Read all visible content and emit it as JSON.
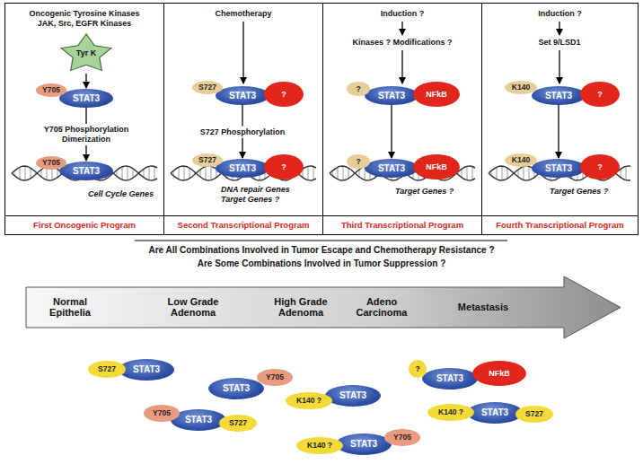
{
  "diagram": {
    "nodes": [
      {
        "text": [
          "Oncogenic Tyrosine Kinases JAK, Src, EGFR Kinases",
          "First Oncogenic Program"
        ]
      },
      {
        "text": [
          "Tyr K"
        ],
        "in": 0
      },
      {
        "text": [
          "Y705"
        ],
        "in": 0
      },
      {
        "text": [
          "STAT3"
        ],
        "in": 0
      },
      {
        "text": [
          "Y705"
        ],
        "in": 0
      },
      {
        "text": [
          "STAT3"
        ],
        "in": 0
      },
      {
        "text": [
          "Chemotherapy",
          "Second Transcriptional Program"
        ]
      },
      {
        "text": [
          "S727"
        ],
        "in": 6
      },
      {
        "text": [
          "STAT3"
        ],
        "in": 6
      },
      {
        "text": [
          "?"
        ],
        "in": 6
      },
      {
        "text": [
          "S727"
        ],
        "in": 6
      },
      {
        "text": [
          "STAT3"
        ],
        "in": 6
      },
      {
        "text": [
          "?"
        ],
        "in": 6
      },
      {
        "text": [
          "Induction ?",
          "Third Transcriptional Program"
        ]
      },
      {
        "text": [
          "?"
        ],
        "in": 13
      },
      {
        "text": [
          "STAT3"
        ],
        "in": 13
      },
      {
        "text": [
          "NFkB"
        ],
        "in": 13
      },
      {
        "text": [
          "?"
        ],
        "in": 13
      },
      {
        "text": [
          "STAT3"
        ],
        "in": 13
      },
      {
        "text": [
          "NFkB"
        ],
        "in": 13
      },
      {
        "text": [
          "Induction ?",
          "Fourth Transcriptional Program"
        ]
      },
      {
        "text": [
          "K140"
        ],
        "in": 20
      },
      {
        "text": [
          "STAT3"
        ],
        "in": 20
      },
      {
        "text": [
          "?"
        ],
        "in": 20
      },
      {
        "text": [
          "K140"
        ],
        "in": 20
      },
      {
        "text": [
          "STAT3"
        ],
        "in": 20
      },
      {
        "text": [
          "?"
        ],
        "in": 20
      },
      {
        "text": [
          "Normal Epithelia",
          "Low Grade Adenoma",
          "High Grade Adenoma",
          "Adeno Carcinoma",
          "Metastasis"
        ]
      },
      {
        "text": [
          "S727"
        ]
      },
      {
        "text": [
          "STAT3"
        ]
      },
      {
        "text": [
          "STAT3"
        ]
      },
      {
        "text": [
          "Y705"
        ]
      },
      {
        "text": [
          "Y705"
        ]
      },
      {
        "text": [
          "STAT3"
        ]
      },
      {
        "text": [
          "S727"
        ]
      },
      {
        "text": [
          "K140 ?"
        ]
      },
      {
        "text": [
          "STAT3"
        ]
      },
      {
        "text": [
          "K140 ?"
        ]
      },
      {
        "text": [
          "STAT3"
        ]
      },
      {
        "text": [
          "Y705"
        ]
      },
      {
        "text": [
          "?"
        ]
      },
      {
        "text": [
          "STAT3"
        ]
      },
      {
        "text": [
          "NFkB"
        ]
      },
      {
        "text": [
          "K140 ?"
        ]
      },
      {
        "text": [
          "STAT3"
        ]
      },
      {
        "text": [
          "S727"
        ]
      }
    ],
    "edges": [
      {
        "from": 1,
        "to": 3,
        "arrow": "to"
      },
      {
        "from": 3,
        "to": 5,
        "label": "Y705 Phosphorylation Dimerization",
        "arrow": "to"
      },
      {
        "from": 8,
        "to": 11,
        "label": "S727 Phosphorylation",
        "arrow": "to"
      },
      {
        "from": 15,
        "to": 18,
        "arrow": "to"
      },
      {
        "from": 22,
        "to": 25,
        "arrow": "to"
      }
    ],
    "labels": [
      "Cell Cycle Genes",
      "DNA repair Genes Target Genes ?",
      "Kinases ? Modifications ?",
      "Target Genes ?",
      "Set 9/LSD1",
      "Target Genes ?",
      "Are All Combinations Involved in Tumor Escape and Chemotherapy Resistance ?",
      "Are Some Combinations Involved in Tumor Suppression ?"
    ]
  }
}
